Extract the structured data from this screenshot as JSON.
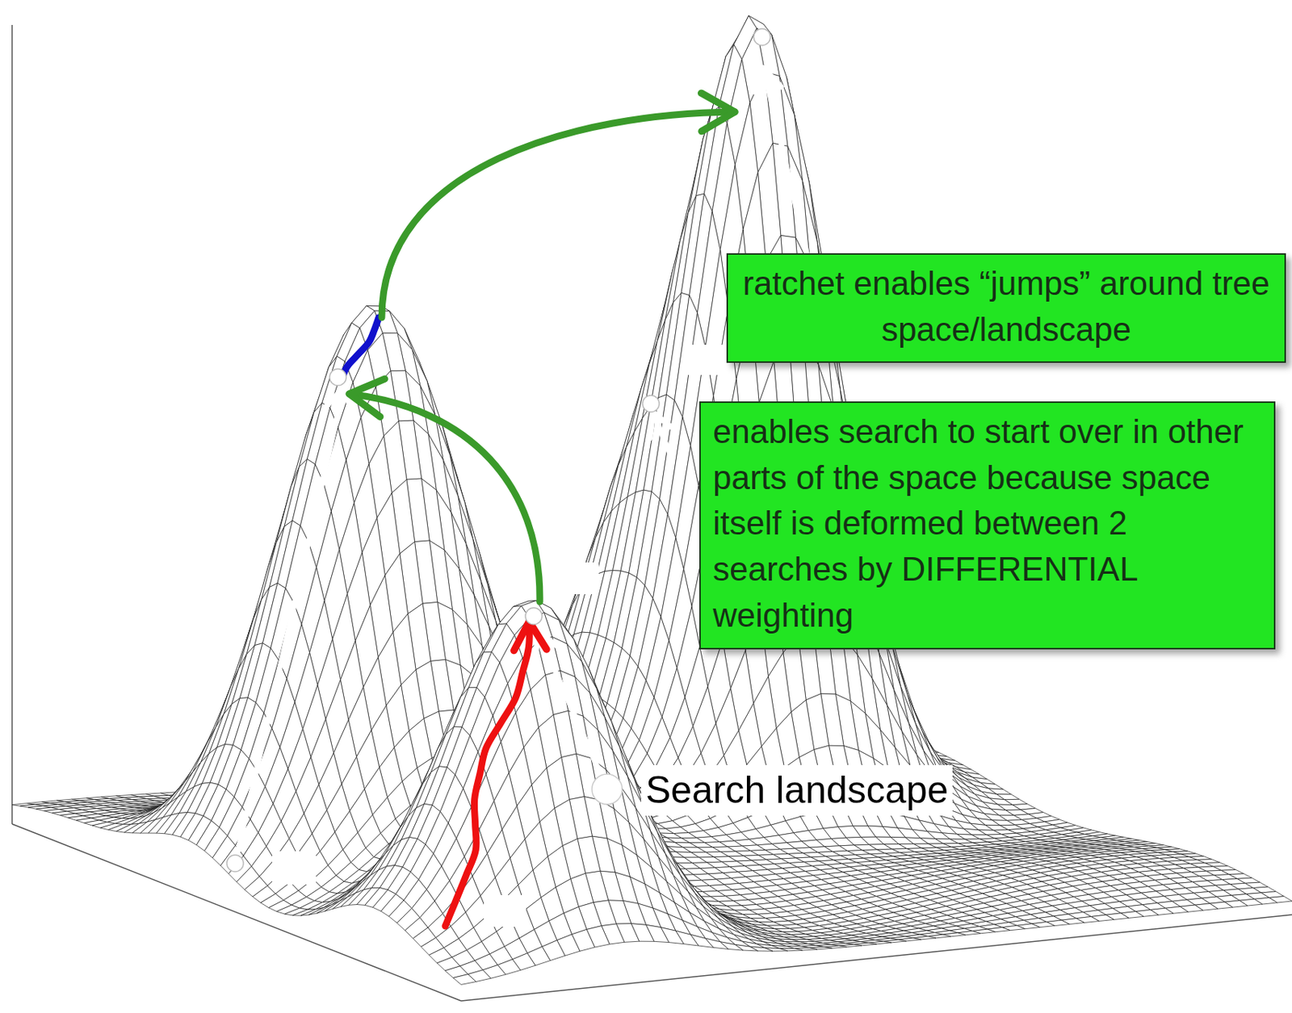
{
  "diagram": {
    "nodes": [
      {
        "text": [
          "ratchet enables “jumps” around tree space/landscape"
        ]
      },
      {
        "text": [
          "enables search to start over in other parts of the space because space itself is deformed between 2 searches by DIFFERENTIAL weighting"
        ]
      }
    ],
    "labels": [
      "Search landscape"
    ]
  }
}
